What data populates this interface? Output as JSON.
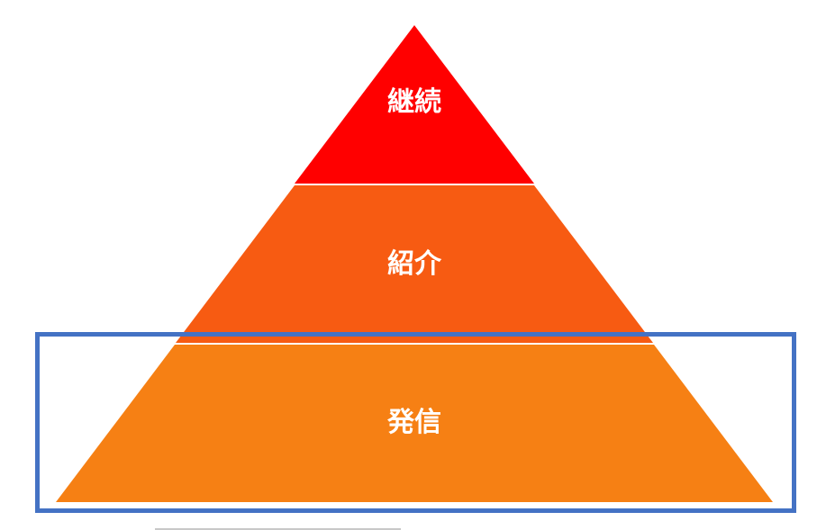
{
  "pyramid": {
    "levels": [
      {
        "label": "継続",
        "color": "#FF0000"
      },
      {
        "label": "紹介",
        "color": "#F75B12"
      },
      {
        "label": "発信",
        "color": "#F68014"
      }
    ],
    "highlight_color": "#4472C4",
    "highlighted_level": "発信"
  }
}
